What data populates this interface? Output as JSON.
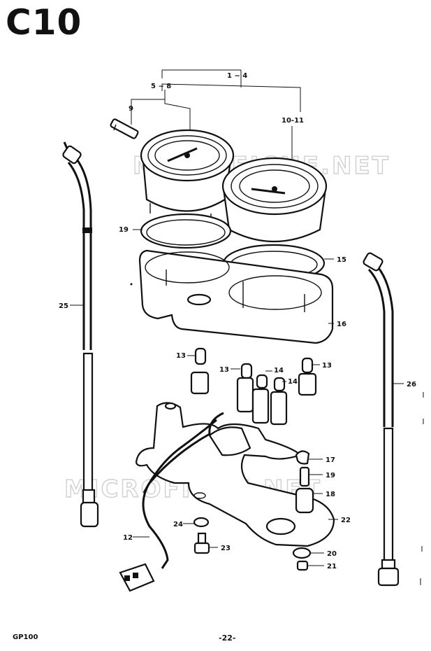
{
  "page": {
    "code": "C10",
    "model": "GP100",
    "page_number": "-22-"
  },
  "watermark": {
    "text_top": "MICROFICHE.NET",
    "text_bottom": "MICROFICHE.NET"
  },
  "callouts": [
    {
      "id": "c-1-4",
      "text": "1 ~ 4"
    },
    {
      "id": "c-5-8",
      "text": "5 ~ 8"
    },
    {
      "id": "c-9",
      "text": "9"
    },
    {
      "id": "c-10-11",
      "text": "10-11"
    },
    {
      "id": "c-19a",
      "text": "19"
    },
    {
      "id": "c-15",
      "text": "15"
    },
    {
      "id": "c-16",
      "text": "16"
    },
    {
      "id": "c-25",
      "text": "25"
    },
    {
      "id": "c-26",
      "text": "26"
    },
    {
      "id": "c-13a",
      "text": "13"
    },
    {
      "id": "c-13b",
      "text": "13"
    },
    {
      "id": "c-13c",
      "text": "13"
    },
    {
      "id": "c-14a",
      "text": "14"
    },
    {
      "id": "c-14b",
      "text": "14"
    },
    {
      "id": "c-17",
      "text": "17"
    },
    {
      "id": "c-19b",
      "text": "19"
    },
    {
      "id": "c-18",
      "text": "18"
    },
    {
      "id": "c-22",
      "text": "22"
    },
    {
      "id": "c-24",
      "text": "24"
    },
    {
      "id": "c-12",
      "text": "12"
    },
    {
      "id": "c-23",
      "text": "23"
    },
    {
      "id": "c-20",
      "text": "20"
    },
    {
      "id": "c-21",
      "text": "21"
    }
  ]
}
